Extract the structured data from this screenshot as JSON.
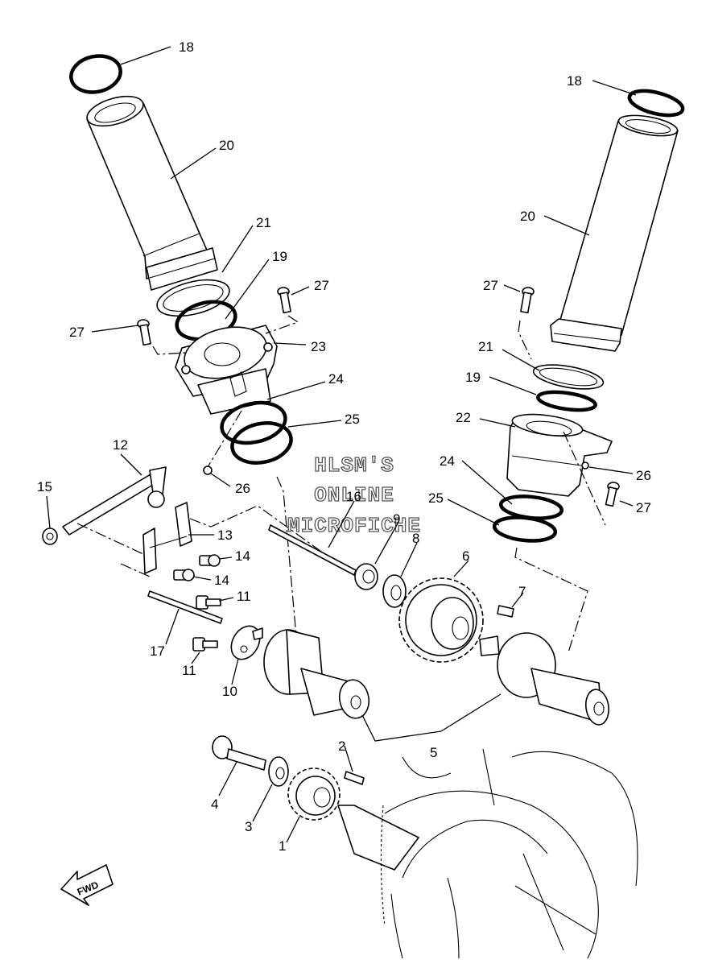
{
  "diagram": {
    "callouts": [
      {
        "key": "c18a",
        "label": "18"
      },
      {
        "key": "c20a",
        "label": "20"
      },
      {
        "key": "c21a",
        "label": "21"
      },
      {
        "key": "c19a",
        "label": "19"
      },
      {
        "key": "c27a",
        "label": "27"
      },
      {
        "key": "c27b",
        "label": "27"
      },
      {
        "key": "c23",
        "label": "23"
      },
      {
        "key": "c24a",
        "label": "24"
      },
      {
        "key": "c25a",
        "label": "25"
      },
      {
        "key": "c26a",
        "label": "26"
      },
      {
        "key": "c12",
        "label": "12"
      },
      {
        "key": "c15",
        "label": "15"
      },
      {
        "key": "c16",
        "label": "16"
      },
      {
        "key": "c13",
        "label": "13"
      },
      {
        "key": "c14a",
        "label": "14"
      },
      {
        "key": "c14b",
        "label": "14"
      },
      {
        "key": "c11a",
        "label": "11"
      },
      {
        "key": "c11b",
        "label": "11"
      },
      {
        "key": "c17",
        "label": "17"
      },
      {
        "key": "c10",
        "label": "10"
      },
      {
        "key": "c9",
        "label": "9"
      },
      {
        "key": "c8",
        "label": "8"
      },
      {
        "key": "c6",
        "label": "6"
      },
      {
        "key": "c7",
        "label": "7"
      },
      {
        "key": "c5",
        "label": "5"
      },
      {
        "key": "c4",
        "label": "4"
      },
      {
        "key": "c3",
        "label": "3"
      },
      {
        "key": "c2",
        "label": "2"
      },
      {
        "key": "c1",
        "label": "1"
      },
      {
        "key": "c18b",
        "label": "18"
      },
      {
        "key": "c20b",
        "label": "20"
      },
      {
        "key": "c27c",
        "label": "27"
      },
      {
        "key": "c21b",
        "label": "21"
      },
      {
        "key": "c19b",
        "label": "19"
      },
      {
        "key": "c22",
        "label": "22"
      },
      {
        "key": "c24b",
        "label": "24"
      },
      {
        "key": "c26b",
        "label": "26"
      },
      {
        "key": "c27d",
        "label": "27"
      },
      {
        "key": "c25b",
        "label": "25"
      }
    ],
    "watermark": [
      "HLSM'S",
      "ONLINE",
      "MICROFICHE"
    ],
    "fwd_label": "FWD"
  }
}
